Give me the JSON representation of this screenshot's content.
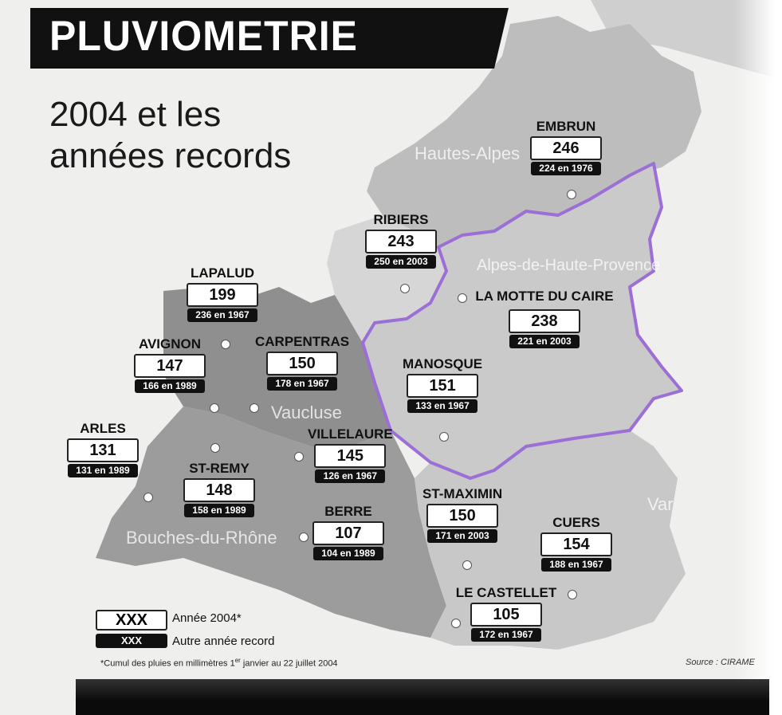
{
  "header": {
    "title": "PLUVIOMETRIE"
  },
  "subtitle": {
    "line1": "2004 et les",
    "line2": "années records"
  },
  "regions": [
    {
      "key": "hautes_alpes",
      "label": "Hautes-Alpes"
    },
    {
      "key": "alpes_hp",
      "label": "Alpes-de-Haute-Provence"
    },
    {
      "key": "vaucluse",
      "label": "Vaucluse"
    },
    {
      "key": "bouches",
      "label": "Bouches-du-Rhône"
    },
    {
      "key": "var",
      "label": "Var"
    }
  ],
  "stations": [
    {
      "key": "embrun",
      "name": "EMBRUN",
      "value": "246",
      "record": "224 en 1976"
    },
    {
      "key": "ribiers",
      "name": "RIBIERS",
      "value": "243",
      "record": "250 en 2003"
    },
    {
      "key": "lapalud",
      "name": "LAPALUD",
      "value": "199",
      "record": "236 en 1967"
    },
    {
      "key": "la_motte",
      "name": "LA MOTTE DU CAIRE",
      "value": "238",
      "record": "221 en 2003"
    },
    {
      "key": "avignon",
      "name": "AVIGNON",
      "value": "147",
      "record": "166 en 1989"
    },
    {
      "key": "carpentras",
      "name": "CARPENTRAS",
      "value": "150",
      "record": "178 en 1967"
    },
    {
      "key": "manosque",
      "name": "MANOSQUE",
      "value": "151",
      "record": "133 en 1967"
    },
    {
      "key": "arles",
      "name": "ARLES",
      "value": "131",
      "record": "131 en 1989"
    },
    {
      "key": "villelaure",
      "name": "VILLELAURE",
      "value": "145",
      "record": "126 en 1967"
    },
    {
      "key": "st_remy",
      "name": "ST-REMY",
      "value": "148",
      "record": "158 en 1989"
    },
    {
      "key": "berre",
      "name": "BERRE",
      "value": "107",
      "record": "104 en 1989"
    },
    {
      "key": "st_maximin",
      "name": "ST-MAXIMIN",
      "value": "150",
      "record": "171 en 2003"
    },
    {
      "key": "cuers",
      "name": "CUERS",
      "value": "154",
      "record": "188 en 1967"
    },
    {
      "key": "le_castellet",
      "name": "LE CASTELLET",
      "value": "105",
      "record": "172 en 1967"
    }
  ],
  "legend": {
    "box_sample": "XXX",
    "box_label": "Année 2004*",
    "black_sample": "XXX",
    "black_label": "Autre année record"
  },
  "footnote": {
    "pre": "*Cumul des pluies en millimètres 1",
    "sup": "er",
    "post": " janvier au 22 juillet 2004"
  },
  "source": "Source : CIRAME",
  "colors": {
    "highlight_border": "#9b6fd6",
    "land": "#c4c4c4",
    "dark_land": "#8d8d8d",
    "paper": "#efefee"
  }
}
